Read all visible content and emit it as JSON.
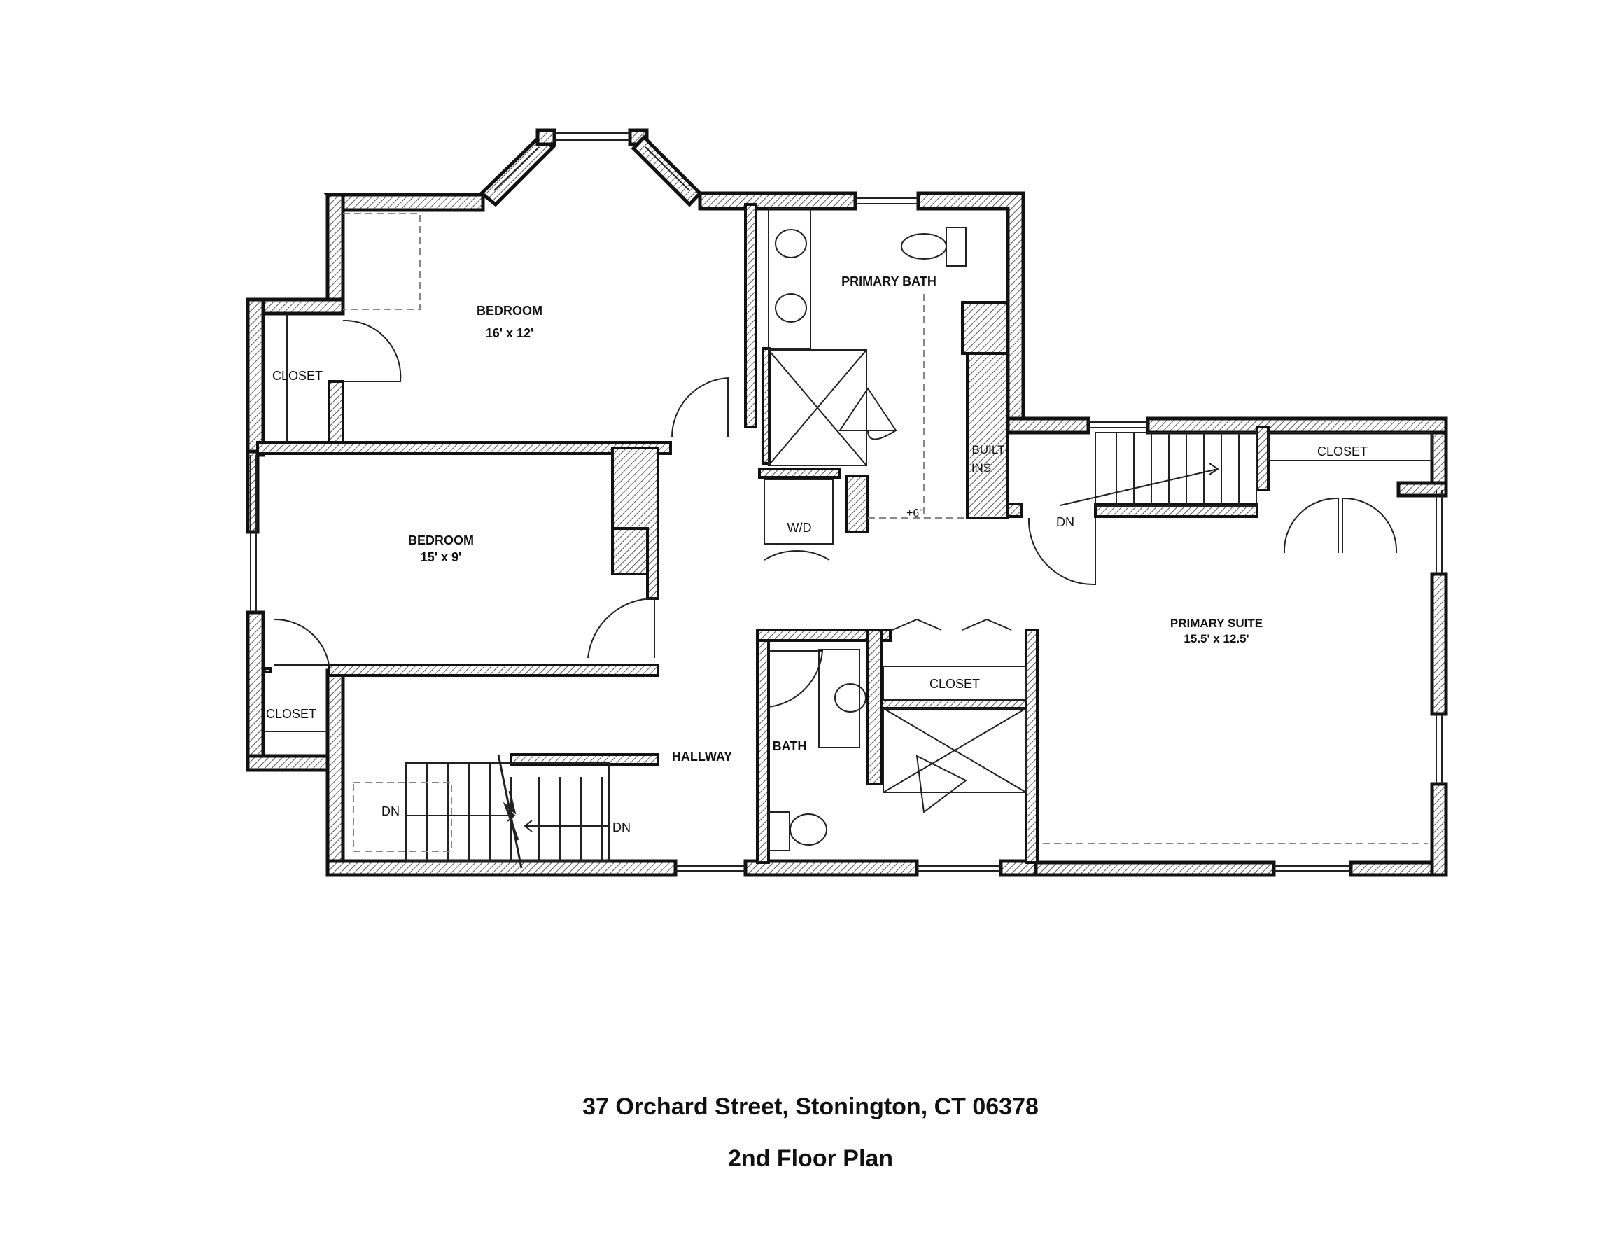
{
  "rooms": {
    "bedroom_1": {
      "name": "BEDROOM",
      "size": "16' x 12'"
    },
    "bedroom_2": {
      "name": "BEDROOM",
      "size": "15' x 9'"
    },
    "primary_bath": {
      "name": "PRIMARY BATH"
    },
    "primary_suite": {
      "name": "PRIMARY SUITE",
      "size": "15.5' x 12.5'"
    },
    "hallway": {
      "name": "HALLWAY"
    },
    "bath": {
      "name": "BATH"
    },
    "closet_1": {
      "name": "CLOSET"
    },
    "closet_2": {
      "name": "CLOSET"
    },
    "closet_3": {
      "name": "CLOSET"
    },
    "closet_4": {
      "name": "CLOSET"
    },
    "built_ins": {
      "line1": "BUILT",
      "line2": "INS"
    },
    "laundry": {
      "name": "W/D"
    }
  },
  "annotations": {
    "dn_upper": "DN",
    "dn_left": "DN",
    "dn_right": "DN",
    "step": "+6\""
  },
  "caption": {
    "address": "37 Orchard Street, Stonington, CT 06378",
    "title": "2nd Floor Plan"
  },
  "colors": {
    "wall": "#111111",
    "wall_fill": "#ffffff",
    "line": "#222222",
    "dashed": "#888888"
  }
}
